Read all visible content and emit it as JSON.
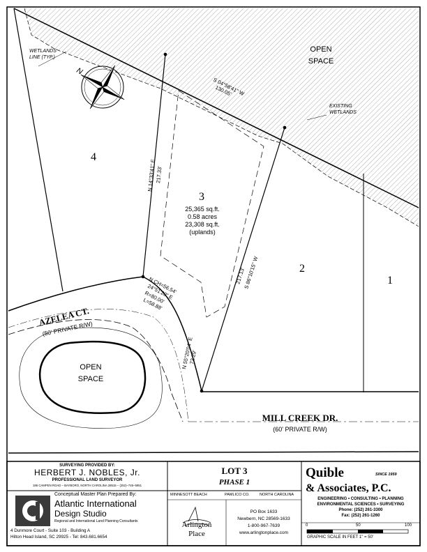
{
  "map": {
    "lots": {
      "lot1": "1",
      "lot2": "2",
      "lot3": "3",
      "lot4": "4"
    },
    "lot3_area": {
      "sqft": "25,365 sq.ft.",
      "acres": "0.58 acres",
      "uplands_sqft": "23,308 sq.ft.",
      "uplands_label": "(uplands)"
    },
    "open_space_top": [
      "OPEN",
      "SPACE"
    ],
    "open_space_circle": [
      "OPEN",
      "SPACE"
    ],
    "wetlands_line": [
      "WETLANDS",
      "LINE (TYP.)"
    ],
    "existing_wetlands": [
      "EXISTING",
      "WETLANDS"
    ],
    "bearing_top": "S 04°58'41\" W",
    "dist_top": "130.05'",
    "bearing_left": "N 14°33'41\" E",
    "dist_left": "217.33'",
    "bearing_right": "S 86°10'15\" W",
    "dist_right": "217.13'",
    "curve": {
      "ch": "N  CH=56.54'",
      "bearing": "24°51'20\" E",
      "radius": "R=80.00'",
      "length": "L=58.88'"
    },
    "bearing_front": "N 55°20'04\" E",
    "dist_front": "72.29'",
    "azalea_name": "AZELEA CT.",
    "azalea_rw": "(50' PRIVATE R/W)",
    "mill_creek_name": "MILL CREEK DR.",
    "mill_creek_rw": "(60' PRIVATE R/W)"
  },
  "titleblock": {
    "surveying_label": "SURVEYING PROVIDED BY:",
    "surveyor_name": "HERBERT J. NOBLES, Jr.",
    "surveyor_title": "PROFESSIONAL LAND SURVEYOR",
    "surveyor_address": "186 CAMPEN ROAD – BAYBORO, NORTH CAROLINA 28515 – (252)–745–5951",
    "lot_title": "LOT 3",
    "phase_title": "PHASE 1",
    "quible_name": "Quible",
    "quible_since": "SINCE 1959",
    "quible_assoc": "& Associates, P.C.",
    "quible_services1": "ENGINEERING • CONSULTING • PLANNING",
    "quible_services2": "ENVIRONMENTAL SCIENCES • SURVEYING",
    "quible_phone": "Phone: (252) 261-3300",
    "quible_fax": "Fax: (252) 261-1260",
    "prepared_by": "Conceptual Master Plan Prepared By:",
    "aids_name1": "Atlantic International",
    "aids_name2": "Design Studio",
    "aids_tagline": "Regional and International Land Planning Consultants",
    "aids_address1": "4 Dunmore Court - Suite 103 - Building A",
    "aids_address2": "Hilton Head Island, SC  29925 - Tel:  843.681.6654",
    "location": [
      "MINNESOTT BEACH",
      "PAMLICO CO.",
      "NORTH CAROLINA"
    ],
    "arlington_logo_text": [
      "Arlington",
      "Place"
    ],
    "contact": [
      "PO Box 1633",
      "Newbern, NC 28569-1633",
      "1-800-967-7639",
      "www.arlingtonplace.com"
    ],
    "scale_ticks": [
      "0",
      "50",
      "100"
    ],
    "scale_caption": "GRAPHIC SCALE IN FEET  1\" = 50'"
  }
}
